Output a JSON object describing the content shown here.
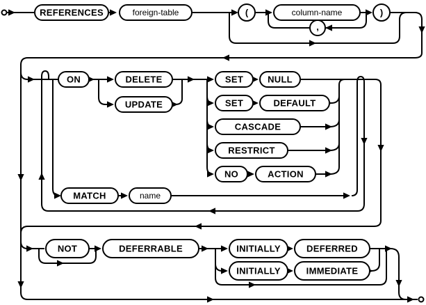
{
  "colors": {
    "line": "#000000",
    "background": "#ffffff",
    "box_fill": "#ffffff"
  },
  "nodes": {
    "references": "REFERENCES",
    "foreign_table": "foreign-table",
    "lparen": "(",
    "column_name": "column-name",
    "comma": ",",
    "rparen": ")",
    "on": "ON",
    "delete": "DELETE",
    "update": "UPDATE",
    "set1": "SET",
    "null": "NULL",
    "set2": "SET",
    "default": "DEFAULT",
    "cascade": "CASCADE",
    "restrict": "RESTRICT",
    "no": "NO",
    "action": "ACTION",
    "match": "MATCH",
    "name": "name",
    "not": "NOT",
    "deferrable": "DEFERRABLE",
    "initially1": "INITIALLY",
    "deferred": "DEFERRED",
    "initially2": "INITIALLY",
    "immediate": "IMMEDIATE"
  }
}
